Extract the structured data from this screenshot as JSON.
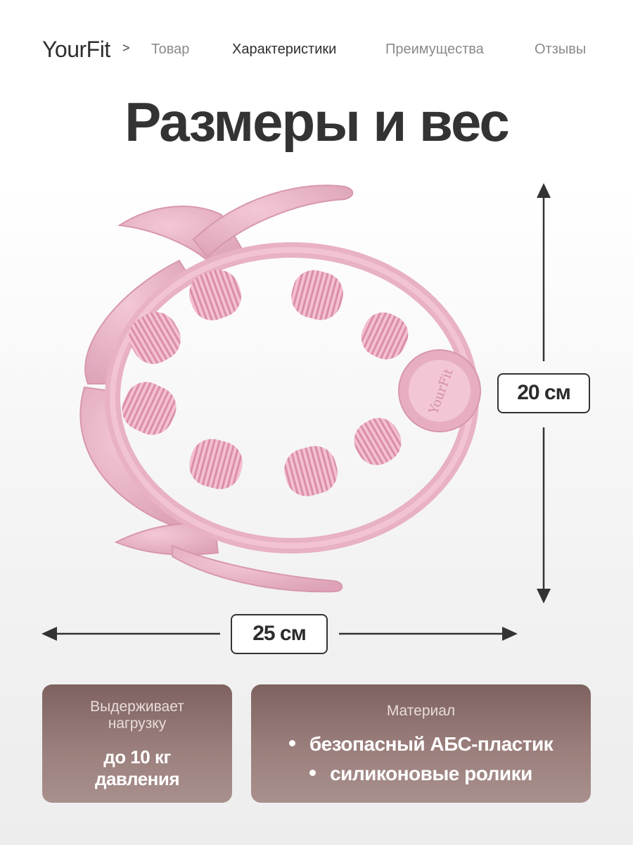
{
  "nav": {
    "brand": "YourFit",
    "separator": ">",
    "links": [
      "Товар",
      "Характеристики",
      "Преимущества",
      "Отзывы"
    ],
    "active": "Характеристики"
  },
  "title": "Размеры и вес",
  "product": {
    "logo_text": "YourFit",
    "color": "#eab6c8",
    "roller_color": "#f2b6ca"
  },
  "dimensions": {
    "height_label": "20 см",
    "width_label": "25 см"
  },
  "cards": {
    "load": {
      "caption": "Выдерживает нагрузку",
      "value_line1": "до 10 кг",
      "value_line2": "давления"
    },
    "material": {
      "caption": "Материал",
      "items": [
        "безопасный АБС-пластик",
        "силиконовые ролики"
      ]
    }
  },
  "colors": {
    "text_dark": "#2e2e2e",
    "nav_inactive": "#8a8a8a",
    "card_top": "#7e6260",
    "card_bottom": "#a8908d"
  }
}
